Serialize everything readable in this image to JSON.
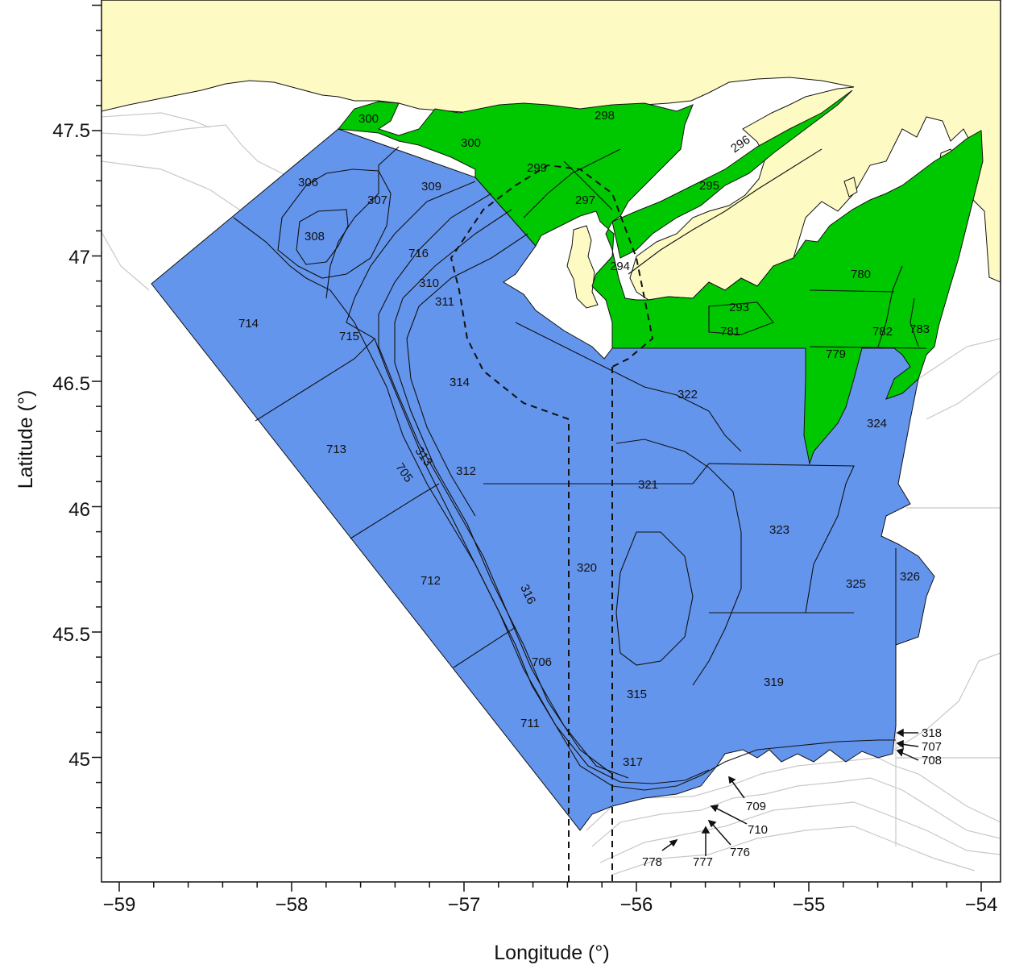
{
  "axes": {
    "x_label": "Longitude (°)",
    "y_label": "Latitude (°)",
    "x_ticks": [
      "−59",
      "−58",
      "−57",
      "−56",
      "−55",
      "−54"
    ],
    "y_ticks": [
      "47.5",
      "47",
      "46.5",
      "46",
      "45.5",
      "45"
    ]
  },
  "colors": {
    "land": "#fdfbc3",
    "offshore_strata": "#6495ed",
    "inshore_strata": "#00c800",
    "bathymetry": "#c8c8c8"
  },
  "strata": {
    "s300a": "300",
    "s300b": "300",
    "s298": "298",
    "s299": "299",
    "s297": "297",
    "s296": "296",
    "s295": "295",
    "s294": "294",
    "s293": "293",
    "s781": "781",
    "s780": "780",
    "s779": "779",
    "s782": "782",
    "s783": "783",
    "s306": "306",
    "s307": "307",
    "s308": "308",
    "s309": "309",
    "s716": "716",
    "s310": "310",
    "s311": "311",
    "s714": "714",
    "s715": "715",
    "s314": "314",
    "s322": "322",
    "s324": "324",
    "s713": "713",
    "s705": "705",
    "s313": "313",
    "s312": "312",
    "s321": "321",
    "s323": "323",
    "s320": "320",
    "s712": "712",
    "s316": "316",
    "s325": "325",
    "s326": "326",
    "s706": "706",
    "s315": "315",
    "s319": "319",
    "s711": "711",
    "s317": "317"
  },
  "callouts": {
    "c318": "318",
    "c707": "707",
    "c708": "708",
    "c709": "709",
    "c710": "710",
    "c776": "776",
    "c777": "777",
    "c778": "778"
  }
}
